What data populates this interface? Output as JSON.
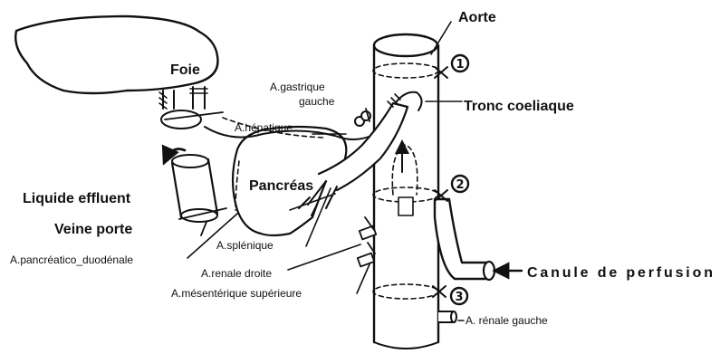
{
  "labels": {
    "aorte": "Aorte",
    "foie": "Foie",
    "tronc_coeliaque": "Tronc coeliaque",
    "a_gastrique_line1": "A.gastrique",
    "a_gastrique_line2": "gauche",
    "a_hepatique": "A.hépatique",
    "pancreas": "Pancréas",
    "liquide_effluent": "Liquide effluent",
    "veine_porte": "Veine porte",
    "a_pancreatico_duodenale": "A.pancréatico_duodénale",
    "a_splenique": "A.splénique",
    "a_renale_droite": "A.renale droite",
    "a_mesenterique_superieure": "A.mésentérique supérieure",
    "canule_de_perfusion": "Canule de perfusion",
    "a_renale_gauche": "A. rénale gauche"
  },
  "ligatures": [
    "1",
    "2",
    "3"
  ]
}
